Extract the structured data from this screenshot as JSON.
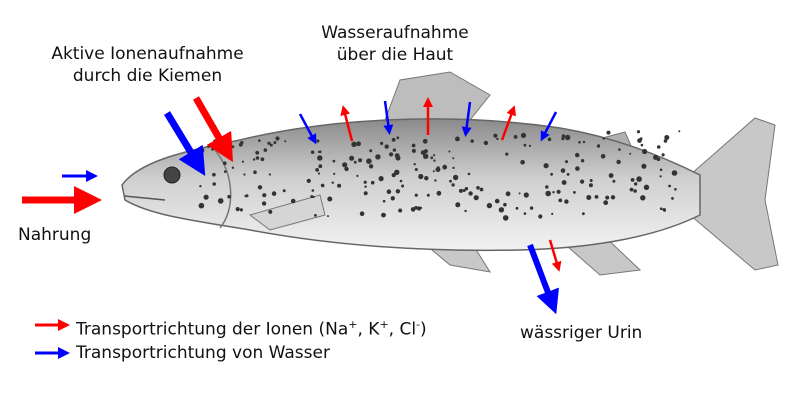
{
  "labels": {
    "gills_line1": "Aktive Ionenaufnahme",
    "gills_line2": "durch die Kiemen",
    "skin_line1": "Wasseraufnahme",
    "skin_line2": "über die Haut",
    "food": "Nahrung",
    "urine": "wässriger Urin"
  },
  "legend": {
    "ions_prefix": "Transportrichtung der Ionen (Na",
    "ions_sup1": "+",
    "ions_mid1": ", K",
    "ions_sup2": "+",
    "ions_mid2": ", Cl",
    "ions_sup3": "-",
    "ions_suffix": ")",
    "water": "Transportrichtung von Wasser"
  },
  "colors": {
    "ions": "#ff0000",
    "water": "#0000ff"
  }
}
